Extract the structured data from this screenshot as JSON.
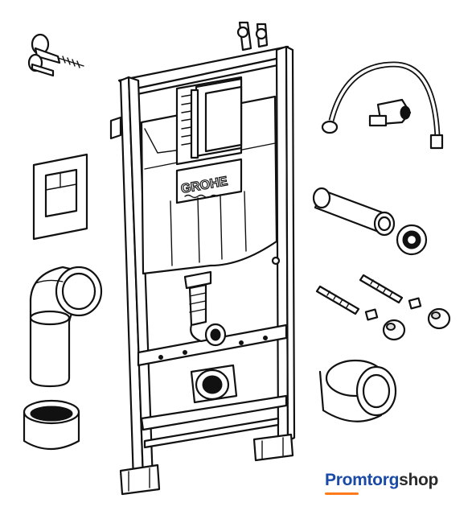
{
  "logo": {
    "frame_logo_text": "GROHE",
    "brand_part1": "Promtorg",
    "brand_part2": "shop",
    "brand_color_primary": "#1a4aa8",
    "brand_color_secondary": "#2b2b2b",
    "brand_accent": "#ff7a1a"
  },
  "components": [
    "mounting-frame-icon",
    "cistern-icon",
    "wall-anchor-icon",
    "flush-plate-icon",
    "drain-elbow-icon",
    "drain-sleeve-icon",
    "water-hose-icon",
    "flush-pipe-icon",
    "rubber-seal-icon",
    "bolt-set-icon",
    "connector-cup-icon"
  ]
}
